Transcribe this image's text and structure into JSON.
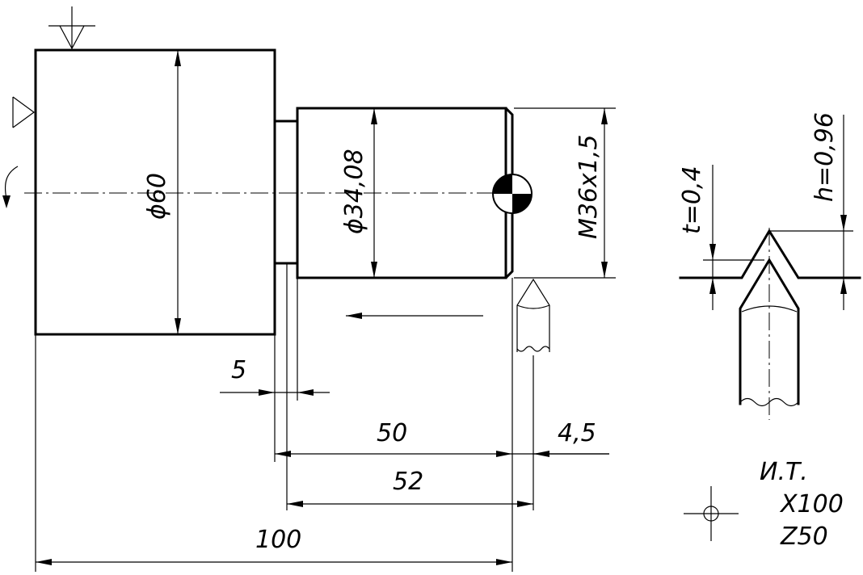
{
  "dimensions": {
    "d60": "ϕ60",
    "d3408": "ϕ34,08",
    "thread": "M36x1,5",
    "len5": "5",
    "len50": "50",
    "len52": "52",
    "len100": "100",
    "len45": "4,5",
    "t_depth": "t=0,4",
    "h_depth": "h=0,96"
  },
  "tool_origin": {
    "line1": "И.Т.",
    "line2": "X100",
    "line3": "Z50"
  },
  "colors": {
    "line": "#000000",
    "background": "#ffffff"
  }
}
